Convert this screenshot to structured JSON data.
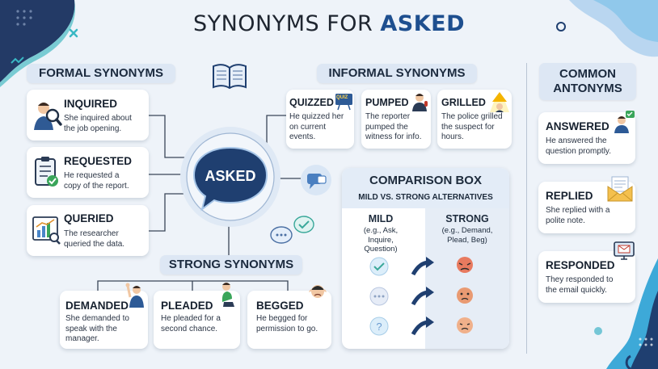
{
  "title": {
    "prefix": "SYNONYMS FOR ",
    "emph": "ASKED"
  },
  "center": {
    "label": "ASKED"
  },
  "sections": {
    "formal": "FORMAL SYNONYMS",
    "informal": "INFORMAL SYNONYMS",
    "strong": "STRONG SYNONYMS",
    "antonyms": "COMMON ANTONYMS"
  },
  "formal": [
    {
      "word": "INQUIRED",
      "l1": "She inquired about",
      "l2": "the job opening.",
      "icon": "magnifier-person-icon"
    },
    {
      "word": "REQUESTED",
      "l1": "He requested a",
      "l2": "copy of the report.",
      "icon": "clipboard-check-icon"
    },
    {
      "word": "QUERIED",
      "l1": "The researcher",
      "l2": "queried the data.",
      "icon": "chart-magnifier-icon"
    }
  ],
  "informal": [
    {
      "word": "QUIZZED",
      "l1": "He quizzed her",
      "l2": "on current",
      "l3": "events.",
      "icon": "quiz-board-icon",
      "badge": "QUIZ"
    },
    {
      "word": "PUMPED",
      "l1": "The reporter",
      "l2": "pumped the",
      "l3": "witness for info.",
      "icon": "reporter-person-icon"
    },
    {
      "word": "GRILLED",
      "l1": "The police grilled",
      "l2": "the suspect for",
      "l3": "hours.",
      "icon": "interrogation-lamp-icon"
    }
  ],
  "strong": [
    {
      "word": "DEMANDED",
      "l1": "She demanded to",
      "l2": "speak with the",
      "l3": "manager.",
      "icon": "raised-fist-person-icon"
    },
    {
      "word": "PLEADED",
      "l1": "He pleaded for a",
      "l2": "second chance.",
      "icon": "kneeling-person-icon"
    },
    {
      "word": "BEGGED",
      "l1": "He begged for",
      "l2": "permission to go.",
      "icon": "distressed-person-icon"
    }
  ],
  "antonyms": [
    {
      "word": "ANSWERED",
      "l1": "He answered the",
      "l2": "question promptly.",
      "icon": "answer-person-icon"
    },
    {
      "word": "REPLIED",
      "l1": "She replied with a",
      "l2": "polite note.",
      "icon": "envelope-icon"
    },
    {
      "word": "RESPONDED",
      "l1": "They responded to",
      "l2": "the email quickly.",
      "icon": "email-monitor-icon"
    }
  ],
  "comparison": {
    "title": "COMPARISON BOX",
    "subtitle": "MILD VS. STRONG ALTERNATIVES",
    "mild": {
      "head": "MILD",
      "l1": "(e.g., Ask,",
      "l2": "Inquire,",
      "l3": "Question)"
    },
    "strong": {
      "head": "STRONG",
      "l1": "(e.g., Demand,",
      "l2": "Plead, Beg)"
    }
  },
  "colors": {
    "accent": "#1e4f8f",
    "bubble": "#1f3f70",
    "pill": "#dde7f4",
    "line": "#3a4658"
  }
}
